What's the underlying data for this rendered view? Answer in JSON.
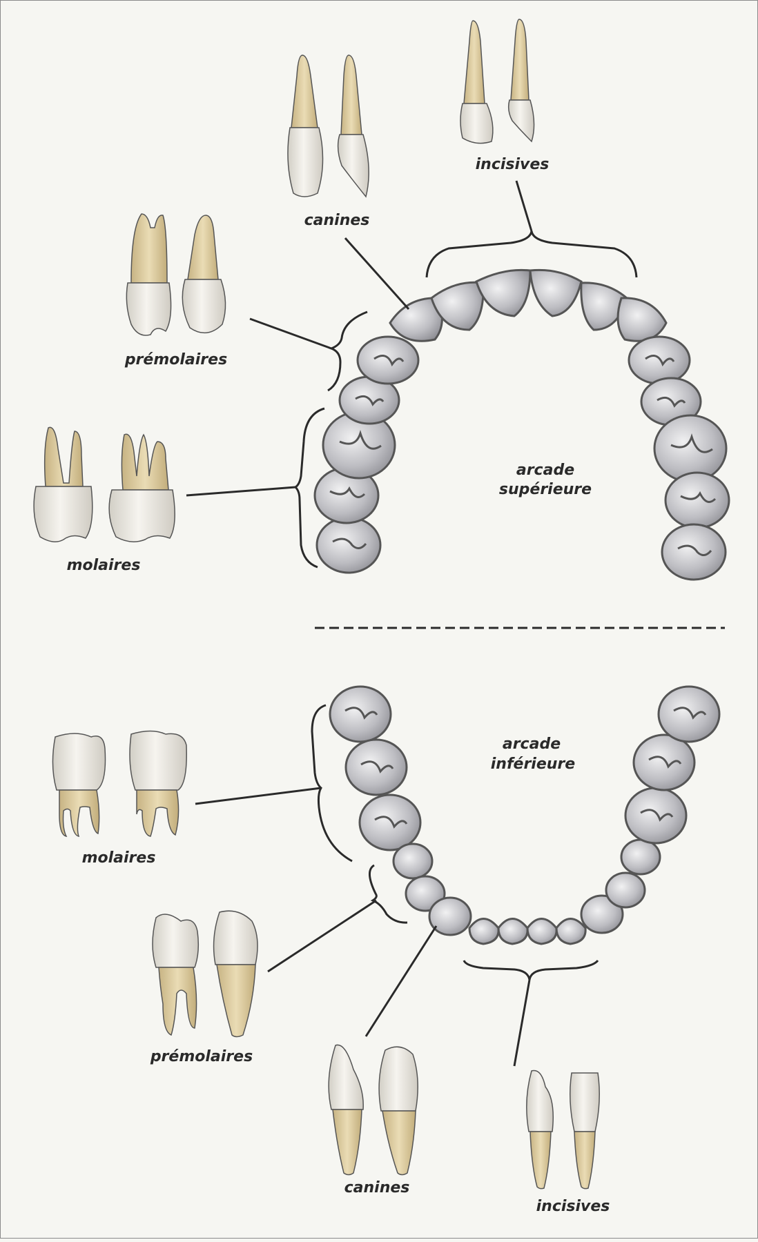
{
  "upper": {
    "incisors_label": "incisives",
    "canines_label": "canines",
    "premolars_label": "prémolaires",
    "molars_label": "molaires",
    "arch_label_line1": "arcade",
    "arch_label_line2": "supérieure"
  },
  "lower": {
    "incisors_label": "incisives",
    "canines_label": "canines",
    "premolars_label": "prémolaires",
    "molars_label": "molaires",
    "arch_label_line1": "arcade",
    "arch_label_line2": "inférieure"
  },
  "colors": {
    "background": "#f6f6f2",
    "crown": "#e7e4dc",
    "root": "#d9c79a",
    "arch_tooth": "#b4b4b8",
    "line": "#2a2a2a"
  },
  "icons": [
    "tooth-incisor-icon",
    "tooth-canine-icon",
    "tooth-premolar-icon",
    "tooth-molar-icon"
  ]
}
